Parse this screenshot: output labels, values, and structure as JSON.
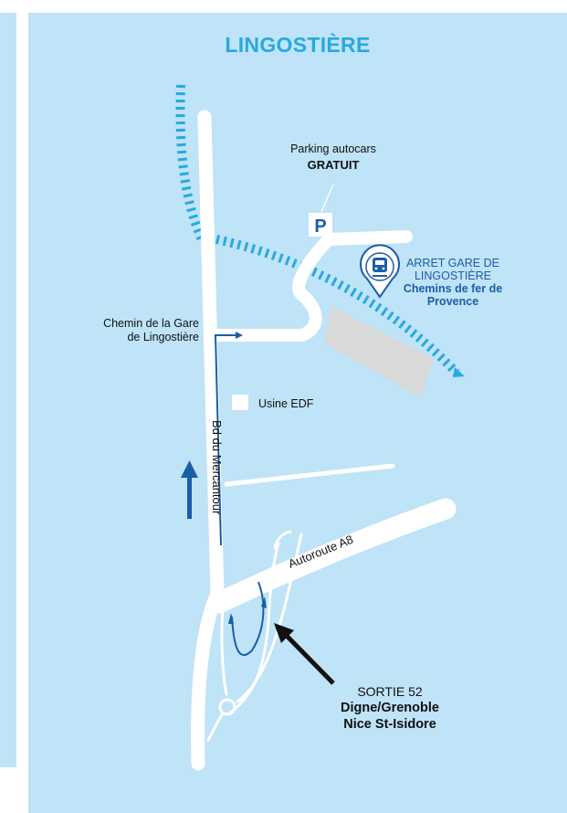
{
  "map": {
    "title": "LINGOSTIÈRE",
    "parking": {
      "line1": "Parking autocars",
      "line2": "GRATUIT",
      "symbol": "P"
    },
    "station": {
      "line1": "ARRET GARE DE",
      "line2": "LINGOSTIÈRE",
      "line3": "Chemins de fer de",
      "line4": "Provence",
      "icon": "train-icon"
    },
    "roads": {
      "chemin_line1": "Chemin de la Gare",
      "chemin_line2": "de Lingostière",
      "boulevard": "Bd du Mercantour",
      "autoroute": "Autoroute A8"
    },
    "usine": "Usine EDF",
    "exit": {
      "line1": "SORTIE 52",
      "line2": "Digne/Grenoble",
      "line3": "Nice St-Isidore"
    },
    "colors": {
      "background": "#bfe3f7",
      "railway": "#27a9e1",
      "route": "#1a5ea8",
      "road": "#ffffff",
      "building": "#d9d9d9"
    }
  }
}
